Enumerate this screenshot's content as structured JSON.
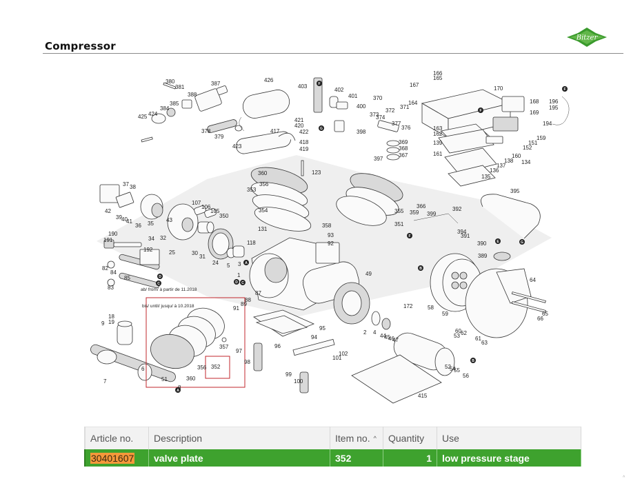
{
  "header": {
    "title": "Compressor",
    "brand_logo_text": "Bitzer",
    "brand_color": "#3a9a2c"
  },
  "diagram": {
    "name": "Compressor exploded view",
    "notes": {
      "from_date": "ab/ from/ à partir de 11.2018",
      "until_date": "bis/ until/ jusqu/ à 10.2018"
    },
    "highlight_color": "#c0262b",
    "highlighted_item": "352",
    "labels": [
      "380",
      "381",
      "387",
      "388",
      "385",
      "384",
      "424",
      "425",
      "378",
      "379",
      "423",
      "426",
      "417",
      "421",
      "420",
      "422",
      "418",
      "419",
      "403",
      "402",
      "401",
      "400",
      "398",
      "370",
      "371",
      "372",
      "373",
      "374",
      "377",
      "376",
      "369",
      "368",
      "367",
      "397",
      "166",
      "165",
      "167",
      "164",
      "170",
      "168",
      "169",
      "163",
      "162",
      "139",
      "161",
      "160",
      "152",
      "151",
      "159",
      "138",
      "137",
      "136",
      "135",
      "134",
      "196",
      "195",
      "194",
      "37",
      "38",
      "42",
      "39",
      "40",
      "41",
      "36",
      "35",
      "34",
      "107",
      "106",
      "105",
      "350",
      "43",
      "32",
      "25",
      "30",
      "31",
      "24",
      "190",
      "191",
      "192",
      "82",
      "84",
      "85",
      "83",
      "18",
      "19",
      "9",
      "7",
      "6",
      "5",
      "3",
      "1",
      "118",
      "131",
      "123",
      "360",
      "356",
      "353",
      "354",
      "358",
      "93",
      "92",
      "366",
      "359",
      "355",
      "351",
      "399",
      "392",
      "394",
      "391",
      "390",
      "389",
      "395",
      "64",
      "65",
      "66",
      "58",
      "59",
      "172",
      "49",
      "87",
      "88",
      "89",
      "91",
      "97",
      "98",
      "96",
      "95",
      "94",
      "99",
      "100",
      "101",
      "102",
      "2",
      "4",
      "44",
      "45",
      "46",
      "47",
      "415",
      "60",
      "62",
      "61",
      "63",
      "53",
      "52",
      "54",
      "55",
      "56",
      "51",
      "8",
      "357",
      "352"
    ],
    "markers": [
      "A",
      "B",
      "C",
      "D",
      "E",
      "F",
      "G"
    ]
  },
  "table": {
    "columns": [
      {
        "label": "Article no."
      },
      {
        "label": "Description"
      },
      {
        "label": "Item no.",
        "sort_icon": "caret-up-icon",
        "sort": "ascending"
      },
      {
        "label": "Quantity"
      },
      {
        "label": "Use"
      }
    ],
    "rows": [
      {
        "article_no": "30401607",
        "description": "valve plate",
        "item_no": "352",
        "quantity": "1",
        "use": "low pressure stage",
        "selected": true
      }
    ],
    "selected_row_color": "#3ea22e",
    "search_highlight_color": "#f5983a"
  },
  "footer": {
    "scroll_hint_icon": "caret-up-icon"
  }
}
